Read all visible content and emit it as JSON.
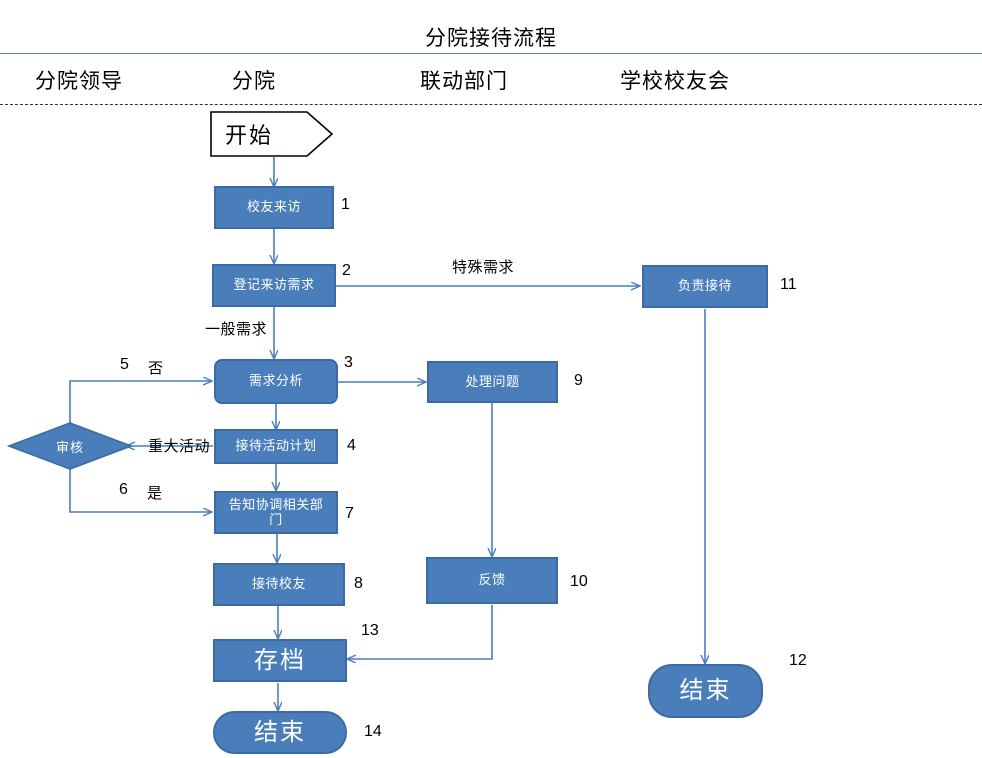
{
  "diagram": {
    "title": "分院接待流程",
    "type": "swimlane-flowchart"
  },
  "lanes": [
    {
      "id": "lane-branch-leader",
      "label": "分院领导"
    },
    {
      "id": "lane-branch",
      "label": "分院"
    },
    {
      "id": "lane-joint-dept",
      "label": "联动部门"
    },
    {
      "id": "lane-alumni-assoc",
      "label": "学校校友会"
    }
  ],
  "nodes": {
    "start": {
      "label": "开始",
      "shape": "pentagon-arrow",
      "number": ""
    },
    "alumni_visit": {
      "label": "校友来访",
      "shape": "rect",
      "number": "1"
    },
    "register": {
      "label": "登记来访需求",
      "shape": "rect",
      "number": "2"
    },
    "analysis": {
      "label": "需求分析",
      "shape": "rounded-rect",
      "number": "3"
    },
    "plan": {
      "label": "接待活动计划",
      "shape": "rect",
      "number": "4"
    },
    "review": {
      "label": "审核",
      "shape": "diamond",
      "number": ""
    },
    "notify": {
      "label": "告知协调相关部门",
      "shape": "rect",
      "number": "7"
    },
    "receive": {
      "label": "接待校友",
      "shape": "rect",
      "number": "8"
    },
    "archive": {
      "label": "存档",
      "shape": "rect",
      "number": "13"
    },
    "end_left": {
      "label": "结束",
      "shape": "pill",
      "number": "14"
    },
    "handle": {
      "label": "处理问题",
      "shape": "rect",
      "number": "9"
    },
    "feedback": {
      "label": "反馈",
      "shape": "rect",
      "number": "10"
    },
    "host": {
      "label": "负责接待",
      "shape": "rect",
      "number": "11"
    },
    "end_right": {
      "label": "结束",
      "shape": "pill",
      "number": "12"
    }
  },
  "edge_labels": {
    "special_need": "特殊需求",
    "general_need": "一般需求",
    "no_branch_num": "5",
    "no_branch": "否",
    "yes_branch_num": "6",
    "yes_branch": "是",
    "major_event": "重大活动"
  },
  "colors": {
    "node_fill": "#4a7ebb",
    "node_border": "#3a6ba5",
    "connector": "#4a7ebb",
    "text_light": "#ffffff",
    "text_dark": "#000000",
    "rule": "#4a7ebb"
  }
}
